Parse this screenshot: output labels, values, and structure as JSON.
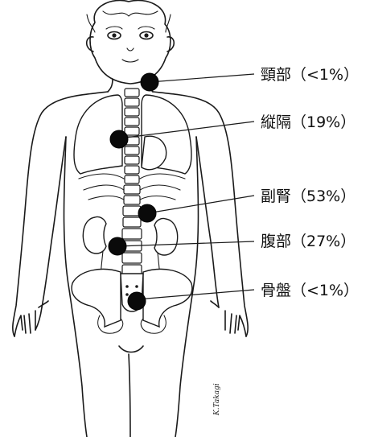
{
  "sites": [
    {
      "name": "head-neck",
      "label": "頸部（<1%）"
    },
    {
      "name": "mediastinum",
      "label": "縦隔（19%）"
    },
    {
      "name": "adrenal",
      "label": "副腎（53%）"
    },
    {
      "name": "abdomen",
      "label": "腹部（27%）"
    },
    {
      "name": "pelvis",
      "label": "骨盤（<1%）"
    }
  ],
  "signature": "K.Takagi",
  "colors": {
    "ink": "#1a1a1a",
    "marker": "#0a0a0a",
    "background": "#ffffff"
  }
}
